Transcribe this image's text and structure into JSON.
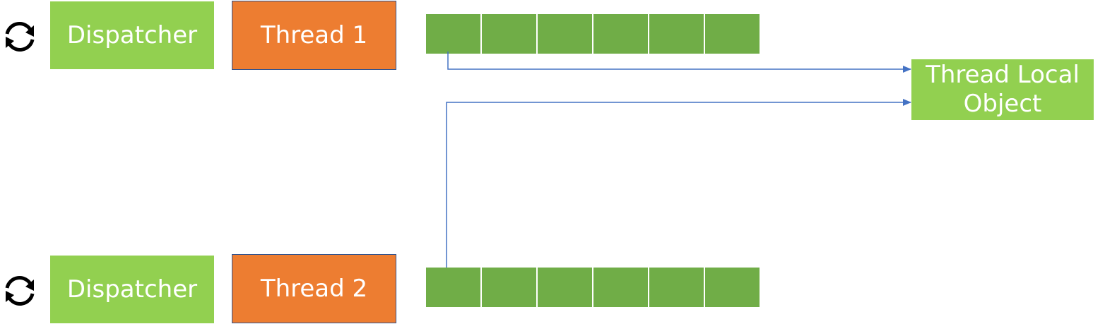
{
  "colors": {
    "dispatcher": "#92d050",
    "thread": "#ed7d31",
    "queue_cell": "#70ad47",
    "arrow": "#4472c4",
    "object": "#92d050"
  },
  "rows": [
    {
      "dispatcher_label": "Dispatcher",
      "thread_label": "Thread 1",
      "icon": "refresh-cycle-icon",
      "queue_cells": 6
    },
    {
      "dispatcher_label": "Dispatcher",
      "thread_label": "Thread 2",
      "icon": "refresh-cycle-icon",
      "queue_cells": 6
    }
  ],
  "thread_local_object": {
    "line1": "Thread Local",
    "line2": "Object"
  }
}
